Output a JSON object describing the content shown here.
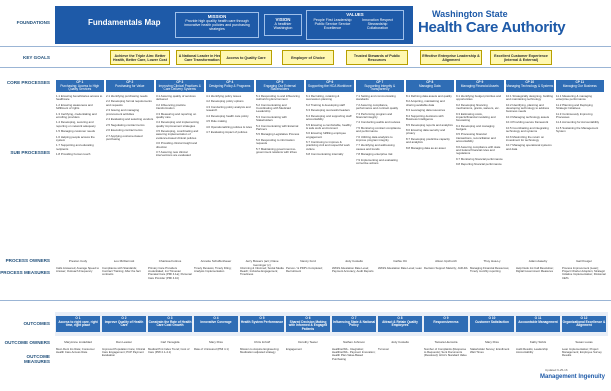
{
  "labels": {
    "foundations": "FOUNDATIONS",
    "key_goals": "KEY GOALS",
    "core": "CORE PROCESSES",
    "sub": "SUB PROCESSES",
    "owners": "PROCESS OWNERS",
    "measures": "PROCESS MEASURES",
    "outcomes": "OUTCOMES",
    "oowners": "OUTCOME OWNERS",
    "omeasures": "OUTCOME MEASURES"
  },
  "header": {
    "title": "Fundamentals Map",
    "mission_title": "MISSION",
    "mission_text": "Provide high quality health care through innovative health policies and purchasing strategies",
    "vision_title": "VISION",
    "vision_text": "A healthier Washington",
    "values_title": "VALUES",
    "values_l": "People First Leadership Public Service Service Excellence",
    "values_r": "Innovation Respect Stewardship Collaboration",
    "brand_top": "Washington State",
    "brand_bottom": "Health Care Authority"
  },
  "goals": [
    "Achieve the Triple Aim: Better Health, Better Care, Lower Cost",
    "A National Leader in Health Care Transformation",
    "Access to Quality Care",
    "Employer of Choice",
    "Trusted Stewards of Public Resources",
    "Effective Enterprise Leadership & Alignment",
    "Excellent Customer Experience (Internal & External)"
  ],
  "core": [
    {
      "n": "CP 1",
      "t": "Purchasing: Access to High Quality Services"
    },
    {
      "n": "CP 2",
      "t": "Purchasing for Value"
    },
    {
      "n": "CP 3",
      "t": "Improving Clinical Practices & Care Delivery Systems"
    },
    {
      "n": "CP 4",
      "t": "Designing Policy & Programs"
    },
    {
      "n": "CP 5",
      "t": "Engaging Our External Stakeholders"
    },
    {
      "n": "CP 6",
      "t": "Supporting the HCA Workforce"
    },
    {
      "n": "CP 7",
      "t": "Supporting Integrity & Transparency"
    },
    {
      "n": "CP 8",
      "t": "Managing Data"
    },
    {
      "n": "CP 9",
      "t": "Managing Financial Assets"
    },
    {
      "n": "CP 10",
      "t": "Managing Technology & Systems"
    },
    {
      "n": "CP 11",
      "t": "Managing Our Business"
    }
  ],
  "sub": [
    [
      "1.1 Ensuring beneficiaries access to healthcare",
      "1.2 Ensuring awareness and fulfillment of rights",
      "1.3 Certifying, credentialing and enrolling providers",
      "1.4 Developing, securing and reporting on network adequacy",
      "1.5 Managing customer needs",
      "1.6 Helping people access the system",
      "1.7 Supporting and educating recipients",
      "1.8 Providing human touch"
    ],
    [
      "2.1 Identifying purchasing needs",
      "2.2 Developing formal requirements and requests",
      "2.3 Issuing and managing procurement activities",
      "2.4 Evaluating and selecting vendors",
      "2.5 Negotiating contract terms",
      "2.6 Executing contract terms",
      "2.7 Applying outcome-based purchasing"
    ],
    [
      "3.1 Assuring quality of services delivered",
      "3.2 Influencing practice transformation",
      "3.3 Measuring and reporting on quality care",
      "3.4 Developing and implementing quality improvement strategies",
      "3.5 Developing, coordinating and assuring implementation of evidence-based clinical policies",
      "3.6 Providing clinical insight and direction",
      "3.7 Assuring new clinical interventions are evaluated"
    ],
    [
      "4.1 Identifying policy issues",
      "4.2 Developing policy options",
      "4.3 Conducting policy analysis and research",
      "4.4 Developing health care policy",
      "4.5 Rule making",
      "4.6 Operationalizing policies & rules",
      "4.7 Evaluating impact of policies"
    ],
    [
      "5.1 Responding to and influencing Authorizing Environment",
      "5.2 Communicating and Coordinating with Medicaid Leadership",
      "5.3 Communicating with Stakeholders",
      "5.4 Communicating with External Partners",
      "5.5 Managing Legislative Process",
      "5.6 Responding to information requests",
      "5.7 Maintaining government-to-government relations with tribes"
    ],
    [
      "6.1 Recruiting, retaining & succession planning",
      "6.2 Training & developing staff",
      "6.3 Developing successful leaders",
      "6.4 Developing and supporting staff accountability",
      "6.5 Ensuring a comfortable, healthy & safe work environment",
      "6.6 Ensuring fulfilling employee engagement",
      "6.7 Continuing to improve & practicing civil and respectful work culture",
      "6.8 Communicating internally"
    ],
    [
      "7.1 Setting and communicating standards",
      "7.2 Assuring compliance, performance and contract quality",
      "7.3 Performing program and financial integrity",
      "7.4 Conducting audits and reviews",
      "7.5 Monitoring contract compliance and performance",
      "7.6 Utilizing data analytics to improve program integrity",
      "7.7 Identifying and addressing causes and trends",
      "7.8 Managing enterprise risk",
      "7.9 Implementing and evaluating corrective actions"
    ],
    [
      "8.1 Defining data assets and quality",
      "8.2 Acquiring, maintaining and sharing available data",
      "8.3 Leveraging data resources",
      "8.4 Supporting decisions with Business Intelligence",
      "8.5 Developing reports and analytics",
      "8.6 Ensuring data security and privacy",
      "8.7 Developing predictive capacity and analytics",
      "8.8 Managing data as an asset"
    ],
    [
      "9.1 Identifying budget priorities and opportunities",
      "9.2 Developing financing mechanisms, grants, waivers, etc.",
      "9.3 Estimating costs, impacts/financial modeling and forecasting",
      "9.4 Developing and managing budgets",
      "9.5 Processing financial transactions, reconciliation and accountability",
      "9.6 Assuring compliance with state and federal financial rules and regulations",
      "9.7 Monitoring financial performance",
      "9.8 Reporting financial performance"
    ],
    [
      "10.1 Strategically designing, building and maintaining technology",
      "10.2 Identifying, planning and developing technology to address business needs",
      "10.3 Managing technology assets",
      "10.4 Providing secure framework",
      "10.5 Coordinating and integrating technology and systems",
      "10.6 Maximizing the return on investment for technology",
      "10.7 Managing operational systems and data"
    ],
    [
      "11.1 Measuring & managing enterprise performance",
      "11.2 Planning and Deploying Strategic Initiatives",
      "11.3 Continuously Improving Processes",
      "11.4 Accounting for Accountability",
      "11.5 Sustaining the Management System"
    ]
  ],
  "owners": [
    "Preston Cody",
    "Lou McDermott",
    "Charissa Fotinos",
    "Annette Schuffenhauer",
    "Jerry Bowers (act.) Dave Iseminger (c)",
    "Nancy Ford",
    "Jody Costello",
    "Cathie Ott",
    "Alison Upchurch",
    "Thuy Hua-Ly",
    "Adam Aaseby",
    "Gail Kreiger"
  ],
  "measures": [
    "Calls Answered; Average Speed to Answer; Outreach Frequency",
    "Compliance with Standards; Contract Training; After the fact contracts",
    "Primary Care Providers credentialed; 1st Trimester Prenatal Care (PMI 4.1a); Personal Care Provider (PMI 4.1b)",
    "Timely Reviews; Timely Filing; Analysis Implementation",
    "Informing & Informed; Social Media Reach; Inclusive Engagement; Timeliness",
    "Person / & PDP's Completed; Recruitment",
    "WASS Attestation Rate Level; Payment Accuracy; Audit Reports",
    "WASS Attestation Rate Level; Lean",
    "Decision Support Maturity; JAR-DA",
    "Managing Financial Resources; Timely monthly reporting",
    "Help Desk 1st Call Resolution; Digital Government Measures",
    "Process Improvement (Lean); Project Charter Adoption; Strategic Initiative Implementation; Divisional CETs"
  ],
  "outcomes": [
    {
      "n": "O 1",
      "t": "Access to right care, right time, right place"
    },
    {
      "n": "O 2",
      "t": "Improve Quality of Health Care"
    },
    {
      "n": "O 3",
      "t": "Constrain the Rate of Health Care Cost Growth"
    },
    {
      "n": "O 4",
      "t": "Innovative Coverage"
    },
    {
      "n": "O 5",
      "t": "Health System Performance"
    },
    {
      "n": "O 6",
      "t": "Shared Decision Making with Informed & Engaged Patients"
    },
    {
      "n": "O 7",
      "t": "Influencing State & National Policy"
    },
    {
      "n": "O 8",
      "t": "Attract & Retain Quality Employees"
    },
    {
      "n": "O 9",
      "t": "Responsiveness"
    },
    {
      "n": "O 10",
      "t": "Customer Satisfaction"
    },
    {
      "n": "O 11",
      "t": "Accountable Management"
    },
    {
      "n": "O 12",
      "t": "Organizational Excellence & Alignment"
    }
  ],
  "oowners": [
    "MaryAnne Lindeblad",
    "Dan Lessler",
    "Carl Yanagida",
    "Mary Fliss",
    "Chris Imhoff",
    "Dorothy Teeter",
    "Nathan Johnson",
    "Jody Costello",
    "Tamara Hiemstra",
    "Mary Fliss",
    "Kathy Sizick",
    "Susan Lucas"
  ],
  "omeasures": [
    "Med.-Dent Ins Rate; Consumer Health Care Access Rate",
    "Improved Population Care; Clinical Care Engagement; PCP Payment Evaluation",
    "Medical Pmt Index Trend; Cost of Care (PMI 2.1-4.1)",
    "Rate of Uninsured (PMI 4.1)",
    "Mission to Acquire Engineering; Medication adjusted strategy",
    "Engagement",
    "HealthierWA - Integration; HealthierWA - Payment Innovation; Health Plan Value-Based Purchasing",
    "Turnover",
    "Number of Complaints (Response to Requests); Sent Documents (Resolved); HCA's Standard Value",
    "Stakeholder Survey; Enrollment Wait Times",
    "Audit Results; Leadership Accountability",
    "Lean Implementation; Project Management; Employee Survey Results"
  ],
  "footer": {
    "updated": "Updated 9-25-16",
    "brand": "Management Ingenuity"
  },
  "colors": {
    "blue": "#1e5aa8",
    "yellow": "#fff8b0"
  }
}
